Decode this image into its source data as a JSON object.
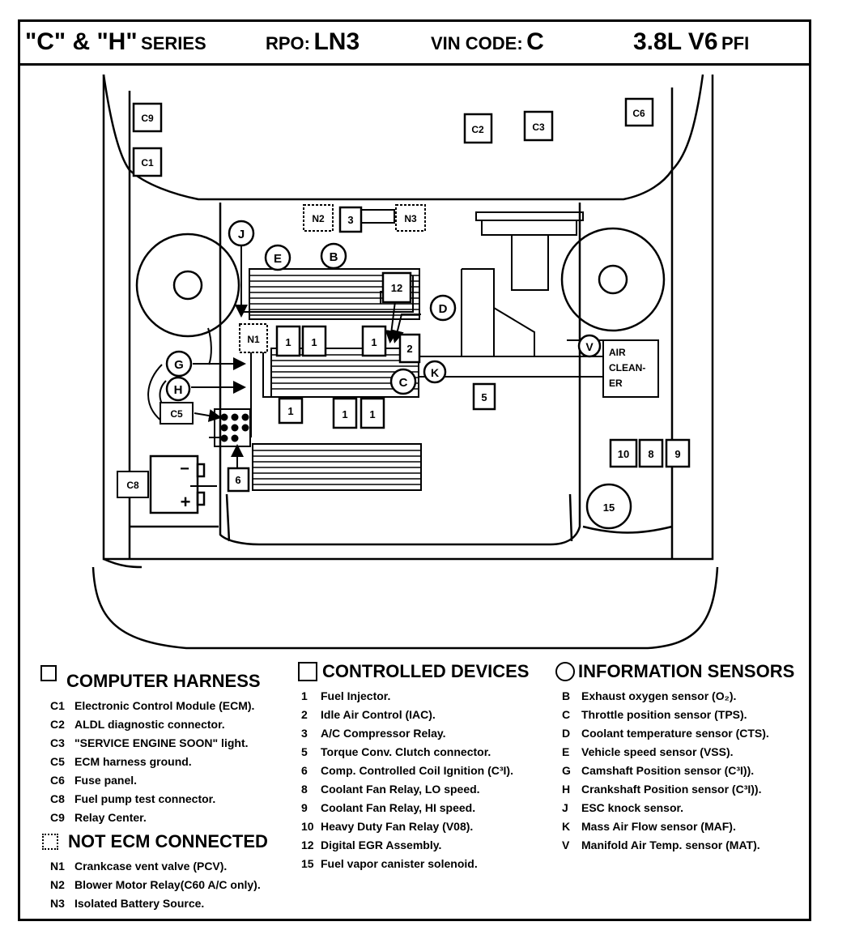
{
  "header": {
    "series": "\"C\" & \"H\"",
    "series_suffix": "SERIES",
    "rpo_label": "RPO:",
    "rpo_value": "LN3",
    "vin_label": "VIN CODE:",
    "vin_value": "C",
    "engine": "3.8L  V6",
    "engine_suffix": "PFI"
  },
  "diagram": {
    "labels": {
      "c9": "C9",
      "c1": "C1",
      "c2": "C2",
      "c3": "C3",
      "c6": "C6",
      "c5": "C5",
      "c8": "C8",
      "n2": "N2",
      "n3": "N3",
      "n1": "N1",
      "box3": "3",
      "box12": "12",
      "box2": "2",
      "box5": "5",
      "box6": "6",
      "box10": "10",
      "box8": "8",
      "box9": "9",
      "inj1": "1",
      "inj2": "1",
      "inj3": "1",
      "inj4": "1",
      "inj5": "1",
      "inj6": "1",
      "j": "J",
      "e": "E",
      "b": "B",
      "d": "D",
      "c": "C",
      "k": "K",
      "v": "V",
      "g": "G",
      "h": "H",
      "s15": "15",
      "air1": "AIR",
      "air2": "CLEAN-",
      "air3": "ER",
      "minus": "−",
      "plus": "+"
    }
  },
  "legend": {
    "computer": {
      "title": "COMPUTER HARNESS",
      "items": [
        {
          "code": "C1",
          "text": "Electronic Control Module (ECM)."
        },
        {
          "code": "C2",
          "text": "ALDL diagnostic connector."
        },
        {
          "code": "C3",
          "text": "\"SERVICE ENGINE SOON\" light."
        },
        {
          "code": "C5",
          "text": "ECM harness ground."
        },
        {
          "code": "C6",
          "text": "Fuse panel."
        },
        {
          "code": "C8",
          "text": "Fuel pump test connector."
        },
        {
          "code": "C9",
          "text": "Relay Center."
        }
      ]
    },
    "not_ecm": {
      "title": "NOT ECM CONNECTED",
      "items": [
        {
          "code": "N1",
          "text": "Crankcase vent valve (PCV)."
        },
        {
          "code": "N2",
          "text": "Blower Motor Relay(C60 A/C only)."
        },
        {
          "code": "N3",
          "text": "Isolated Battery Source."
        }
      ]
    },
    "controlled": {
      "title": "CONTROLLED DEVICES",
      "items": [
        {
          "code": "1",
          "text": "Fuel Injector."
        },
        {
          "code": "2",
          "text": "Idle Air Control (IAC)."
        },
        {
          "code": "3",
          "text": "A/C Compressor Relay."
        },
        {
          "code": "5",
          "text": "Torque Conv. Clutch connector."
        },
        {
          "code": "6",
          "text": "Comp. Controlled Coil Ignition (C³I)."
        },
        {
          "code": "8",
          "text": "Coolant Fan Relay, LO speed."
        },
        {
          "code": "9",
          "text": "Coolant Fan Relay, HI speed."
        },
        {
          "code": "10",
          "text": "Heavy Duty Fan Relay (V08)."
        },
        {
          "code": "12",
          "text": "Digital EGR Assembly."
        },
        {
          "code": "15",
          "text": "Fuel vapor canister solenoid."
        }
      ]
    },
    "sensors": {
      "title": "INFORMATION SENSORS",
      "items": [
        {
          "code": "B",
          "text": "Exhaust oxygen sensor (O₂)."
        },
        {
          "code": "C",
          "text": "Throttle position sensor (TPS)."
        },
        {
          "code": "D",
          "text": "Coolant temperature sensor (CTS)."
        },
        {
          "code": "E",
          "text": "Vehicle speed sensor (VSS)."
        },
        {
          "code": "G",
          "text": "Camshaft Position sensor (C³I))."
        },
        {
          "code": "H",
          "text": "Crankshaft Position sensor (C³I))."
        },
        {
          "code": "J",
          "text": "ESC knock sensor."
        },
        {
          "code": "K",
          "text": "Mass Air Flow sensor (MAF)."
        },
        {
          "code": "V",
          "text": "Manifold Air Temp. sensor (MAT)."
        }
      ]
    }
  }
}
